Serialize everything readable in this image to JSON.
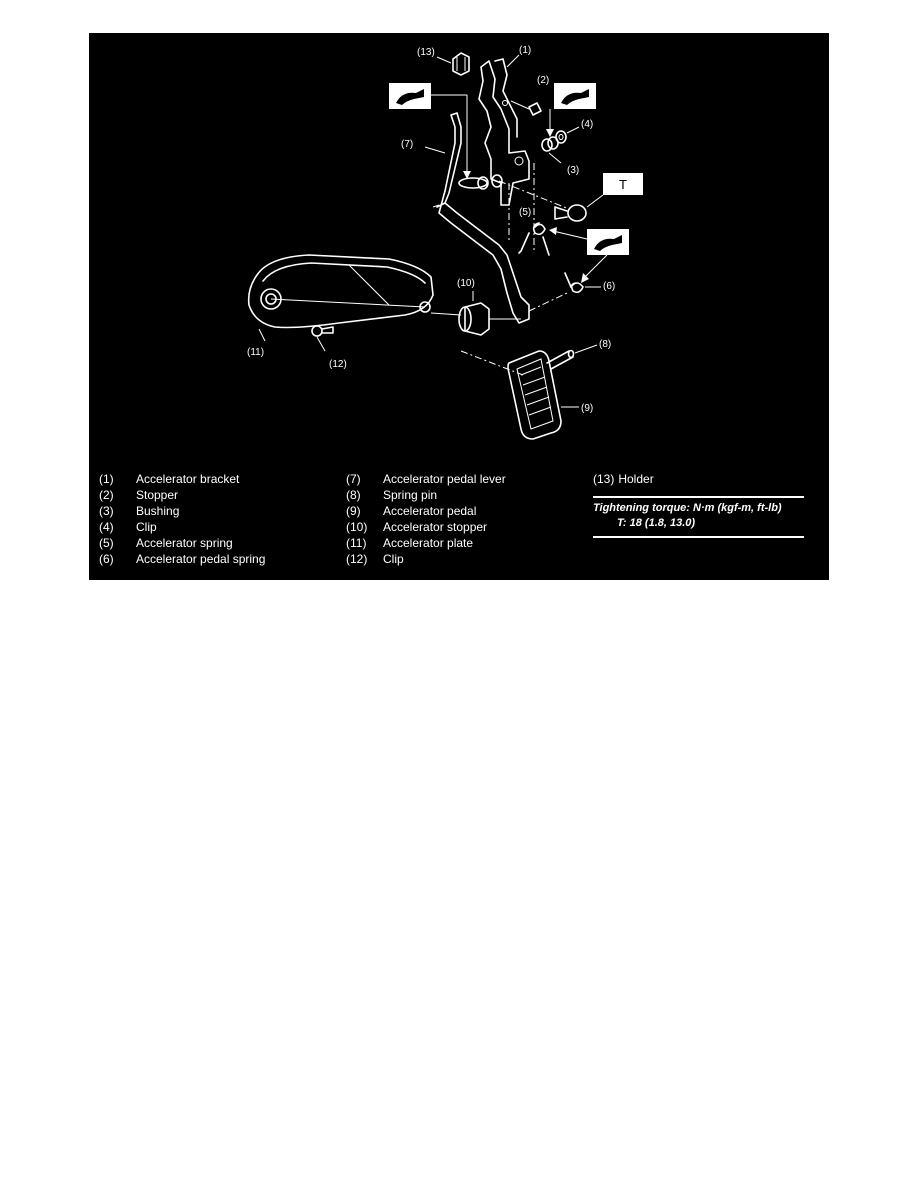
{
  "diagram": {
    "callouts": {
      "c1": "(1)",
      "c2": "(2)",
      "c3": "(3)",
      "c4": "(4)",
      "c5": "(5)",
      "c6": "(6)",
      "c7": "(7)",
      "c8": "(8)",
      "c9": "(9)",
      "c10": "(10)",
      "c11": "(11)",
      "c12": "(12)",
      "c13": "(13)"
    },
    "torque_symbol": "T"
  },
  "legend": {
    "col1": [
      {
        "num": "(1)",
        "label": "Accelerator bracket"
      },
      {
        "num": "(2)",
        "label": "Stopper"
      },
      {
        "num": "(3)",
        "label": "Bushing"
      },
      {
        "num": "(4)",
        "label": "Clip"
      },
      {
        "num": "(5)",
        "label": "Accelerator spring"
      },
      {
        "num": "(6)",
        "label": "Accelerator pedal spring"
      }
    ],
    "col2": [
      {
        "num": "(7)",
        "label": "Accelerator pedal lever"
      },
      {
        "num": "(8)",
        "label": "Spring pin"
      },
      {
        "num": "(9)",
        "label": "Accelerator pedal"
      },
      {
        "num": "(10)",
        "label": "Accelerator stopper"
      },
      {
        "num": "(11)",
        "label": "Accelerator plate"
      },
      {
        "num": "(12)",
        "label": "Clip"
      }
    ],
    "col3": [
      {
        "num": "(13)",
        "label": "Holder"
      }
    ]
  },
  "torque": {
    "title": "Tightening torque: N·m (kgf-m, ft-lb)",
    "value": "T: 18 (1.8, 13.0)"
  },
  "colors": {
    "background": "#000000",
    "foreground": "#ffffff"
  }
}
